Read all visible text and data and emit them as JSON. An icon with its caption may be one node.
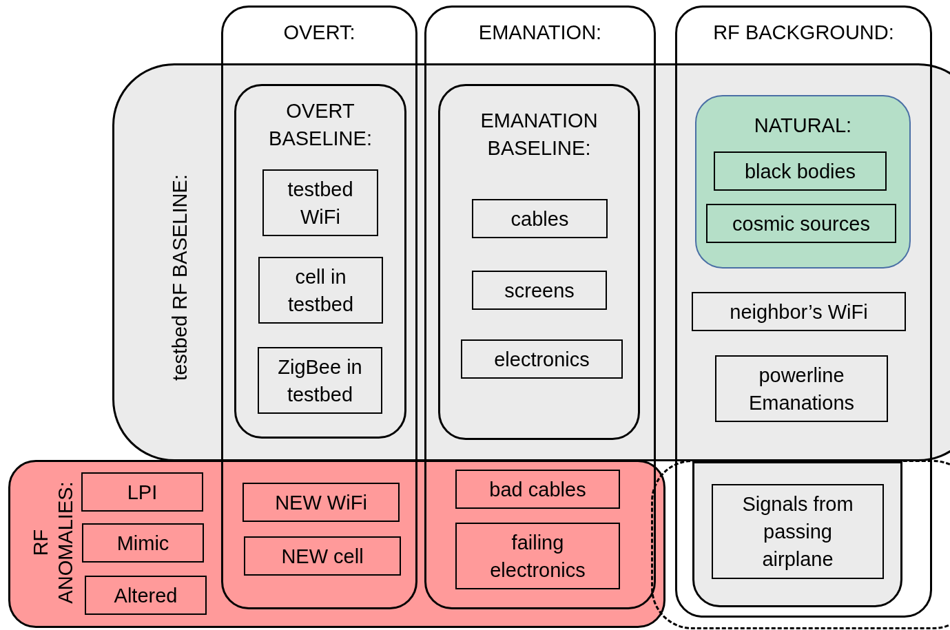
{
  "diagram": {
    "nodes": [
      {
        "text": [
          "OVERT:"
        ]
      },
      {
        "text": [
          "EMANATION:"
        ]
      },
      {
        "text": [
          "RF BACKGROUND:"
        ]
      },
      {
        "text": [
          "testbed RF BASELINE:"
        ]
      },
      {
        "text": [
          "OVERT BASELINE:"
        ]
      },
      {
        "text": [
          "testbed WiFi"
        ],
        "in": 4
      },
      {
        "text": [
          "cell in testbed"
        ],
        "in": 4
      },
      {
        "text": [
          "ZigBee in testbed"
        ],
        "in": 4
      },
      {
        "text": [
          "EMANATION BASELINE:"
        ]
      },
      {
        "text": [
          "cables"
        ],
        "in": 8
      },
      {
        "text": [
          "screens"
        ],
        "in": 8
      },
      {
        "text": [
          "electronics"
        ],
        "in": 8
      },
      {
        "text": [
          "NATURAL:"
        ]
      },
      {
        "text": [
          "black bodies"
        ],
        "in": 12
      },
      {
        "text": [
          "cosmic sources"
        ],
        "in": 12
      },
      {
        "text": [
          "neighbor’s WiFi"
        ]
      },
      {
        "text": [
          "powerline Emanations"
        ]
      },
      {
        "text": [
          "RF ANOMALIES:"
        ]
      },
      {
        "text": [
          "LPI"
        ],
        "in": 17
      },
      {
        "text": [
          "Mimic"
        ],
        "in": 17
      },
      {
        "text": [
          "Altered"
        ],
        "in": 17
      },
      {
        "text": [
          "NEW WiFi"
        ]
      },
      {
        "text": [
          "NEW cell"
        ]
      },
      {
        "text": [
          "bad cables"
        ]
      },
      {
        "text": [
          "failing electronics"
        ]
      },
      {
        "text": [],
        "shape": "box"
      },
      {
        "text": [],
        "shape": "box"
      },
      {
        "text": [
          "Signals from passing airplane"
        ],
        "in": 26
      }
    ],
    "edges": []
  }
}
